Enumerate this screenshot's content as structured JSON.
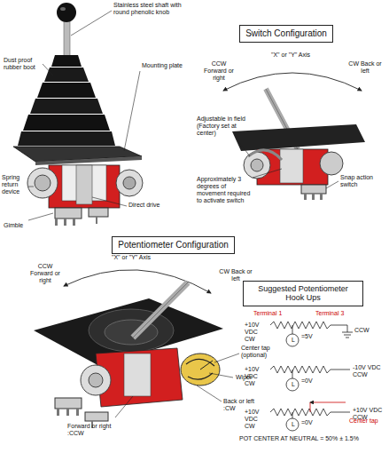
{
  "diagram": {
    "nodes": [
      {
        "text": [
          "Switch Configuration"
        ]
      },
      {
        "text": [
          "Potentiometer Configuration"
        ]
      },
      {
        "text": [
          "Suggested Potentiometer Hook Ups"
        ]
      }
    ],
    "labels": [
      "Stainless steel shaft with round phenolic knob",
      "Dust proof rubber boot",
      "Mounting plate",
      "Spring return device",
      "Gimble",
      "Direct drive",
      "\"X\" or \"Y\" Axis",
      "CCW Forward or right",
      "CW Back or left",
      "Adjustable in field (Factory set at center)",
      "Approximately 3 degrees of movement required to activate switch",
      "Snap action switch",
      "\"X\" or \"Y\" Axis",
      "CCW Forward or right",
      "CW Back or left",
      "Center tap (optional)",
      "Wiper",
      "Back or left :CW",
      "Forward or right :CCW",
      "Terminal 1",
      "Terminal 3",
      "+10V VDC CW",
      "=5V",
      "CCW",
      "+10V VDC CW",
      "=0V",
      "-10V VDC CCW",
      "+10V VDC CW",
      "=0V",
      "+10V VDC CCW",
      "Center tap",
      "POT CENTER AT NEUTRAL = 50% ± 1.5%",
      "L",
      "L",
      "L"
    ]
  }
}
